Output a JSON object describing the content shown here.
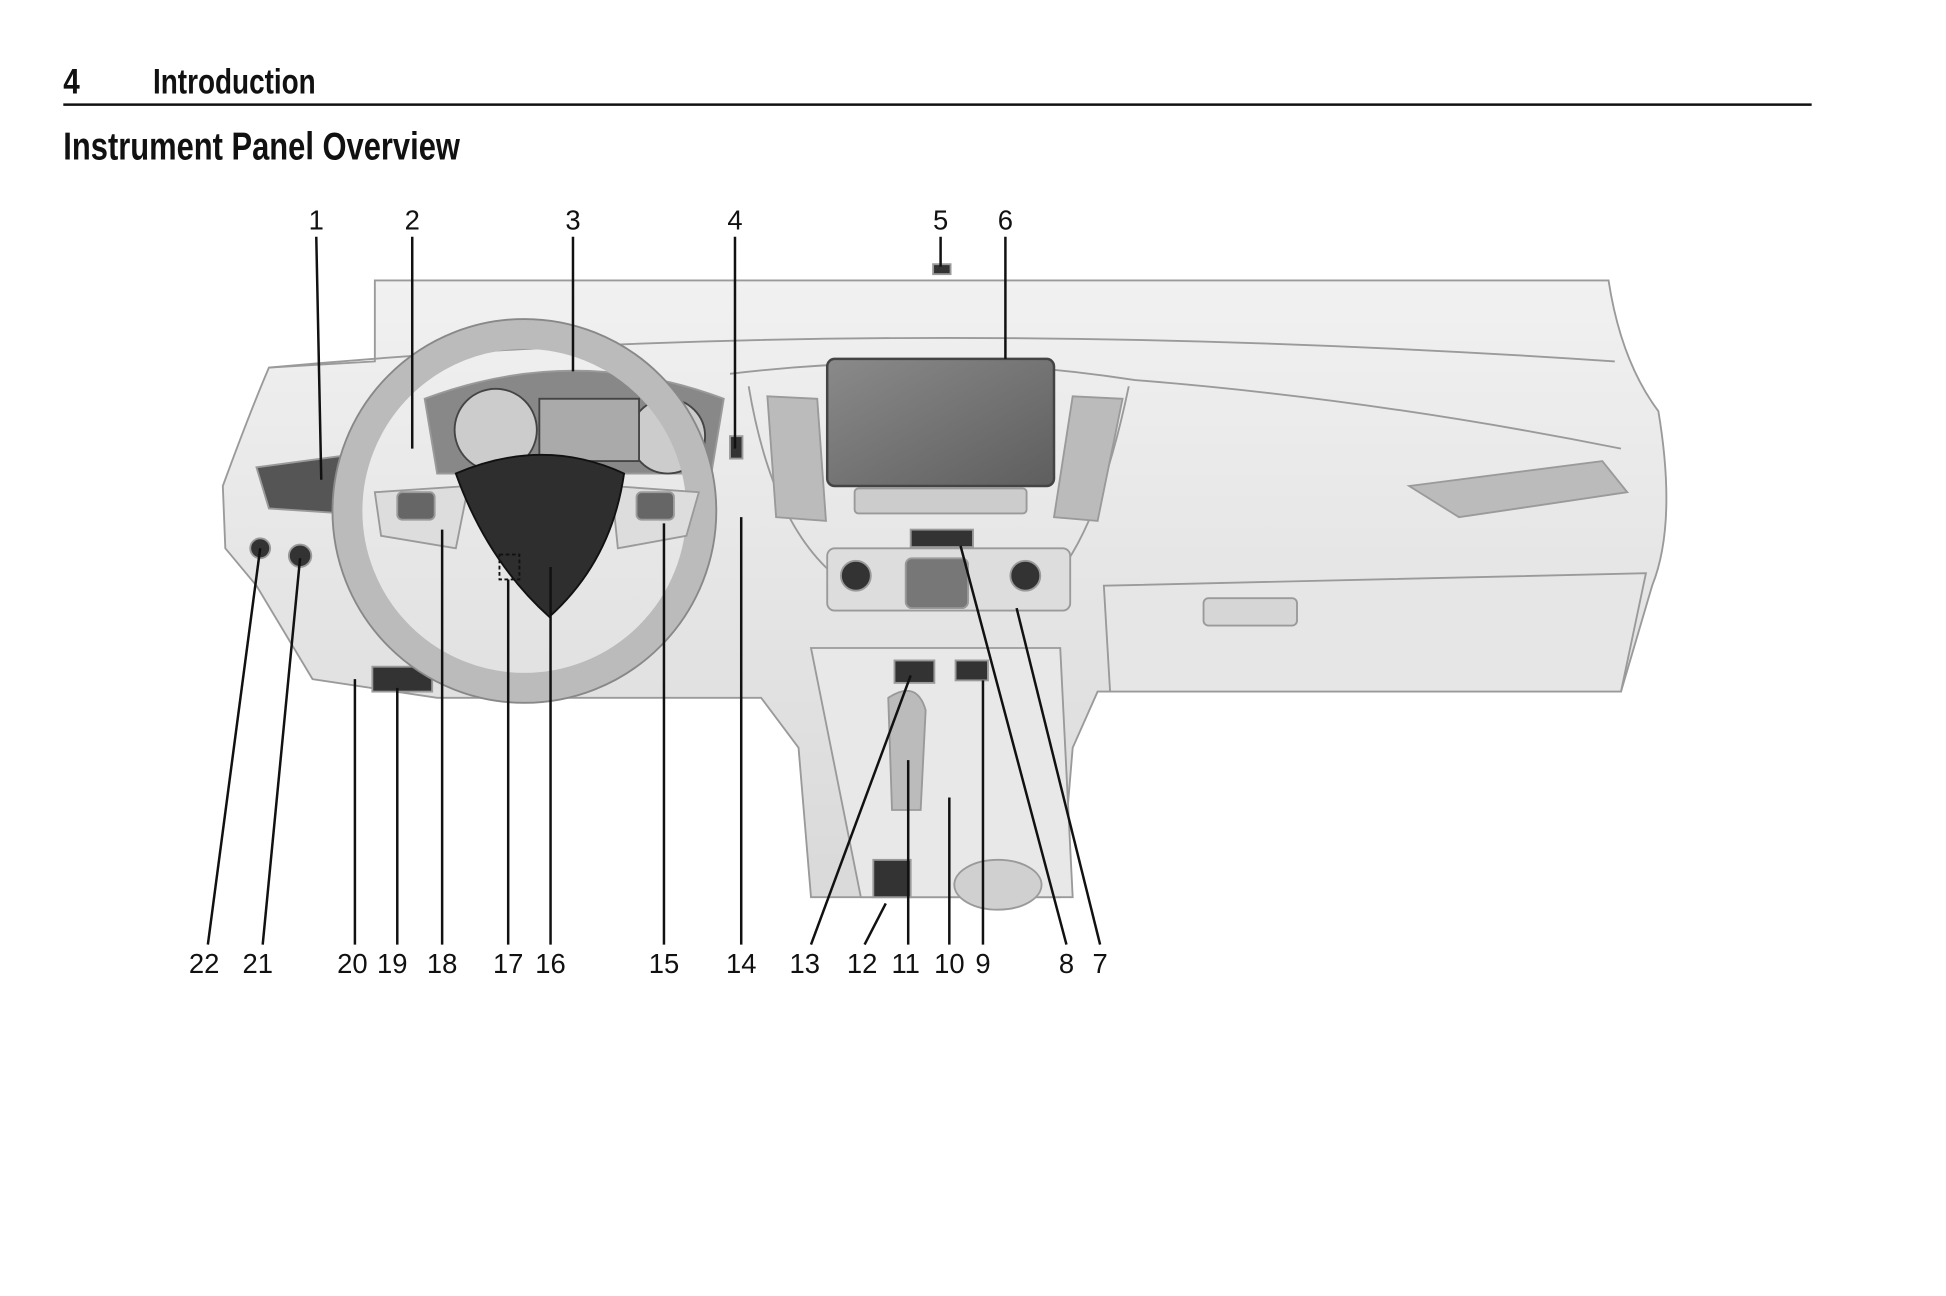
{
  "header": {
    "page_number": "4",
    "section": "Introduction"
  },
  "title": "Instrument Panel Overview",
  "figure": {
    "top_callouts": [
      "1",
      "2",
      "3",
      "4",
      "5",
      "6"
    ],
    "bottom_callouts": [
      "22",
      "21",
      "20",
      "19",
      "18",
      "17",
      "16",
      "15",
      "14",
      "13",
      "12",
      "11",
      "10",
      "9",
      "8",
      "7"
    ]
  }
}
